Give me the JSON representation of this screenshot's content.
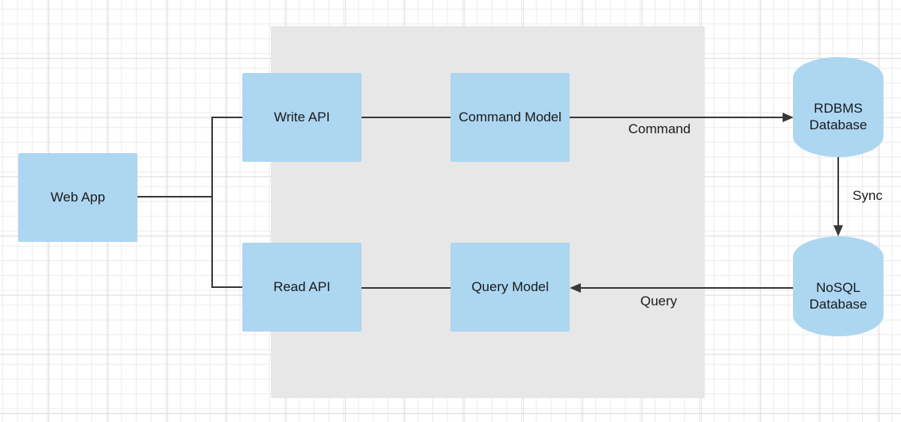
{
  "diagram": {
    "nodes": {
      "web_app": {
        "label": "Web App"
      },
      "write_api": {
        "label": "Write API"
      },
      "command_model": {
        "label": "Command Model"
      },
      "read_api": {
        "label": "Read API"
      },
      "query_model": {
        "label": "Query Model"
      },
      "rdbms_db": {
        "label": "RDBMS Database",
        "shape": "cylinder"
      },
      "nosql_db": {
        "label": "NoSQL Database",
        "shape": "cylinder"
      }
    },
    "edge_labels": {
      "command": "Command",
      "sync": "Sync",
      "query": "Query"
    },
    "colors": {
      "node_fill": "#add6f1",
      "boundary_fill": "#e7e7e7",
      "line": "#383838",
      "grid_minor": "#ececec",
      "grid_major": "#dbdbdb",
      "text": "#1a1a1a"
    }
  }
}
